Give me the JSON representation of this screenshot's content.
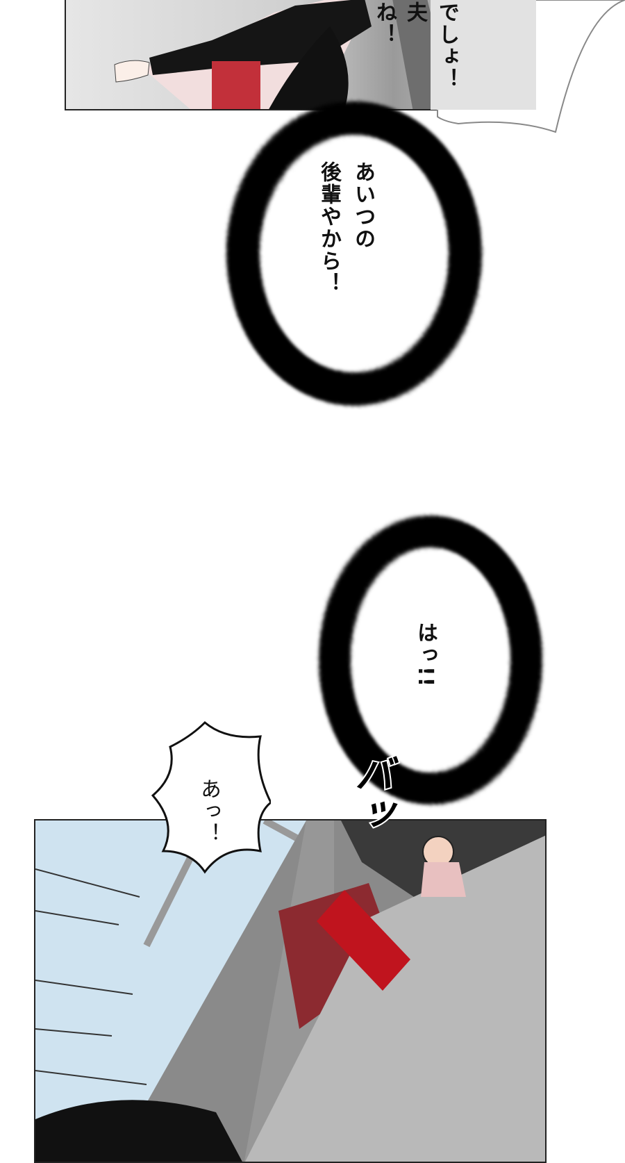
{
  "top_panel": {
    "bubble_lines": [
      "でしょ！",
      "夫",
      "ね！"
    ]
  },
  "burst_1": {
    "lines": [
      "あいつの",
      "後輩やから！"
    ]
  },
  "burst_2": {
    "lines": [
      "はっ!!"
    ]
  },
  "shout_bubble": {
    "text": "あっ！"
  },
  "sfx": {
    "text": "バッ"
  },
  "colors": {
    "ink": "#111111",
    "brick": "#b3121c",
    "sky": "#cfe3f0",
    "wall": "#8a8a8a"
  }
}
